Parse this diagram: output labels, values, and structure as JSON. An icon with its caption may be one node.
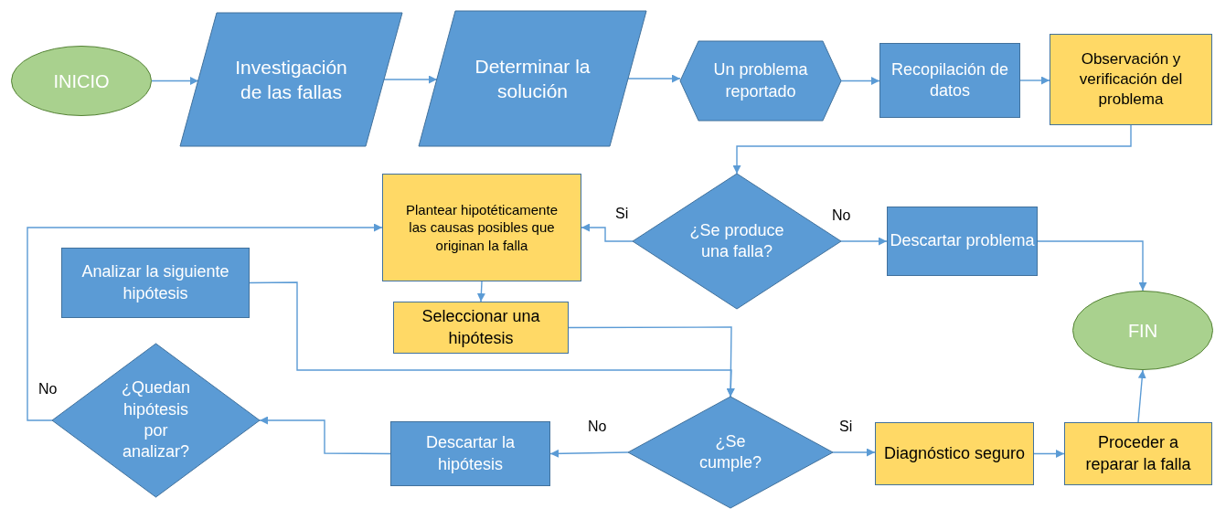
{
  "diagram": {
    "nodes": [
      {
        "text": [
          "INICIO"
        ]
      },
      {
        "text": [
          "Investigación de las fallas"
        ]
      },
      {
        "text": [
          "Determinar la solución"
        ]
      },
      {
        "text": [
          "Un problema reportado"
        ]
      },
      {
        "text": [
          "Recopilación de datos"
        ]
      },
      {
        "text": [
          "Observación y verificación del problema"
        ]
      },
      {
        "text": [
          "¿Se produce una falla?"
        ]
      },
      {
        "text": [
          "Plantear hipotéticamente las causas posibles que originan la falla"
        ]
      },
      {
        "text": [
          "Descartar problema"
        ]
      },
      {
        "text": [
          "FIN"
        ]
      },
      {
        "text": [
          "Analizar la siguiente hipótesis"
        ]
      },
      {
        "text": [
          "Seleccionar una hipótesis"
        ]
      },
      {
        "text": [
          "¿Quedan hipótesis por analizar?"
        ]
      },
      {
        "text": [
          "Descartar la hipótesis"
        ]
      },
      {
        "text": [
          "¿Se cumple?"
        ]
      },
      {
        "text": [
          "Diagnóstico seguro"
        ]
      },
      {
        "text": [
          "Proceder a reparar la falla"
        ]
      }
    ],
    "edges": [
      {
        "from": 0,
        "to": 1,
        "arrow": "to"
      },
      {
        "from": 1,
        "to": 2,
        "arrow": "to"
      },
      {
        "from": 2,
        "to": 3,
        "arrow": "to"
      },
      {
        "from": 3,
        "to": 4,
        "arrow": "to"
      },
      {
        "from": 4,
        "to": 5,
        "arrow": "to"
      },
      {
        "from": 5,
        "to": 6,
        "arrow": "to"
      },
      {
        "from": 6,
        "to": 7,
        "arrow": "to",
        "label": "Si"
      },
      {
        "from": 6,
        "to": 8,
        "arrow": "to",
        "label": "No"
      },
      {
        "from": 8,
        "to": 9,
        "arrow": "to"
      },
      {
        "from": 7,
        "to": 11,
        "arrow": "to"
      },
      {
        "from": 11,
        "to": 14,
        "arrow": "to"
      },
      {
        "from": 10,
        "to": 14,
        "arrow": "to"
      },
      {
        "from": 14,
        "to": 13,
        "arrow": "to",
        "label": "No"
      },
      {
        "from": 13,
        "to": 12,
        "arrow": "to"
      },
      {
        "from": 12,
        "to": 7,
        "arrow": "to",
        "label": "No"
      },
      {
        "from": 14,
        "to": 15,
        "arrow": "to",
        "label": "Si"
      },
      {
        "from": 15,
        "to": 16,
        "arrow": "to"
      },
      {
        "from": 16,
        "to": 9,
        "arrow": "to"
      }
    ]
  }
}
